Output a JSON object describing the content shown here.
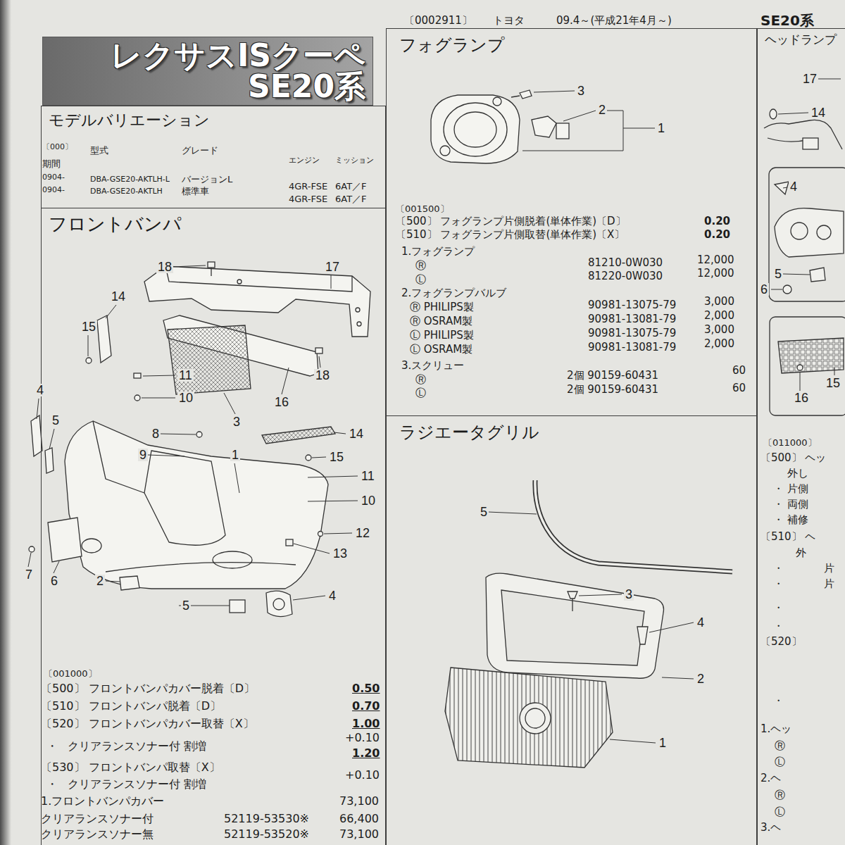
{
  "diagram": {
    "title": "レクサスISクーペ SE20系",
    "nodes": [
      {
        "text": [
          "モデルバリエーション"
        ]
      },
      {
        "text": [
          "フロントバンパ"
        ]
      },
      {
        "text": [
          "フォグランプ"
        ]
      },
      {
        "text": [
          "ラジエータグリル"
        ]
      },
      {
        "text": [
          "ヘッドランプ"
        ]
      }
    ],
    "labels": [
      "〔0002911〕",
      "トヨタ",
      "09.4～(平成21年4月～)",
      "SE20系",
      "〔000〕",
      "型式",
      "グレード",
      "エンジン",
      "ミッション",
      "期間",
      "0904-",
      "DBA-GSE20-AKTLH-L",
      "バージョンL",
      "4GR-FSE",
      "6AT／F",
      "0904-",
      "DBA-GSE20-AKTLH",
      "標準車",
      "4GR-FSE",
      "6AT／F",
      "18",
      "17",
      "15",
      "14",
      "11",
      "10",
      "3",
      "16",
      "18",
      "4",
      "5",
      "8",
      "9",
      "1",
      "14",
      "15",
      "11",
      "10",
      "12",
      "13",
      "7",
      "6",
      "2",
      "5",
      "4",
      "〔001000〕",
      "〔500〕 フロントバンパカバー脱着〔D〕",
      "0.50",
      "〔510〕 フロントバンパ脱着〔D〕",
      "0.70",
      "〔520〕 フロントバンパカバー取替〔X〕",
      "1.00",
      "+0.10",
      "・",
      "クリアランスソナー付 割増",
      "1.20",
      "〔530〕 フロントバンパ取替〔X〕",
      "+0.10",
      "・",
      "クリアランスソナー付 割増",
      "1.フロントバンパカバー",
      "73,100",
      "クリアランスソナー付",
      "52119-53530※",
      "66,400",
      "クリアランスソナー無",
      "52119-53520※",
      "73,100",
      "3",
      "2",
      "1",
      "〔001500〕",
      "〔500〕 フォグランプ片側脱着(単体作業)〔D〕",
      "0.20",
      "〔510〕 フォグランプ片側取替(単体作業)〔X〕",
      "0.20",
      "1.フォグランプ",
      "Ⓡ",
      "81210-0W030",
      "12,000",
      "Ⓛ",
      "81220-0W030",
      "12,000",
      "2.フォグランプバルブ",
      "Ⓡ PHILIPS製",
      "90981-13075-79",
      "3,000",
      "Ⓡ OSRAM製",
      "90981-13081-79",
      "2,000",
      "Ⓛ PHILIPS製",
      "90981-13075-79",
      "3,000",
      "Ⓛ OSRAM製",
      "90981-13081-79",
      "2,000",
      "3.スクリュー",
      "Ⓡ",
      "2個 90159-60431",
      "60",
      "Ⓛ",
      "2個 90159-60431",
      "60",
      "5",
      "3",
      "4",
      "2",
      "1",
      "17",
      "14",
      "4",
      "5",
      "6",
      "16",
      "15",
      "〔011000〕",
      "〔500〕 ヘッ",
      "外し",
      "・",
      "片側",
      "・",
      "両側",
      "・",
      "補修",
      "〔510〕 ヘ",
      "外",
      "・",
      "片",
      "・",
      "片",
      "・",
      "・",
      "〔520〕",
      "・",
      "1.ヘッ",
      "Ⓡ",
      "Ⓛ",
      "2.ヘ",
      "Ⓡ",
      "Ⓛ",
      "3.ヘ"
    ]
  }
}
